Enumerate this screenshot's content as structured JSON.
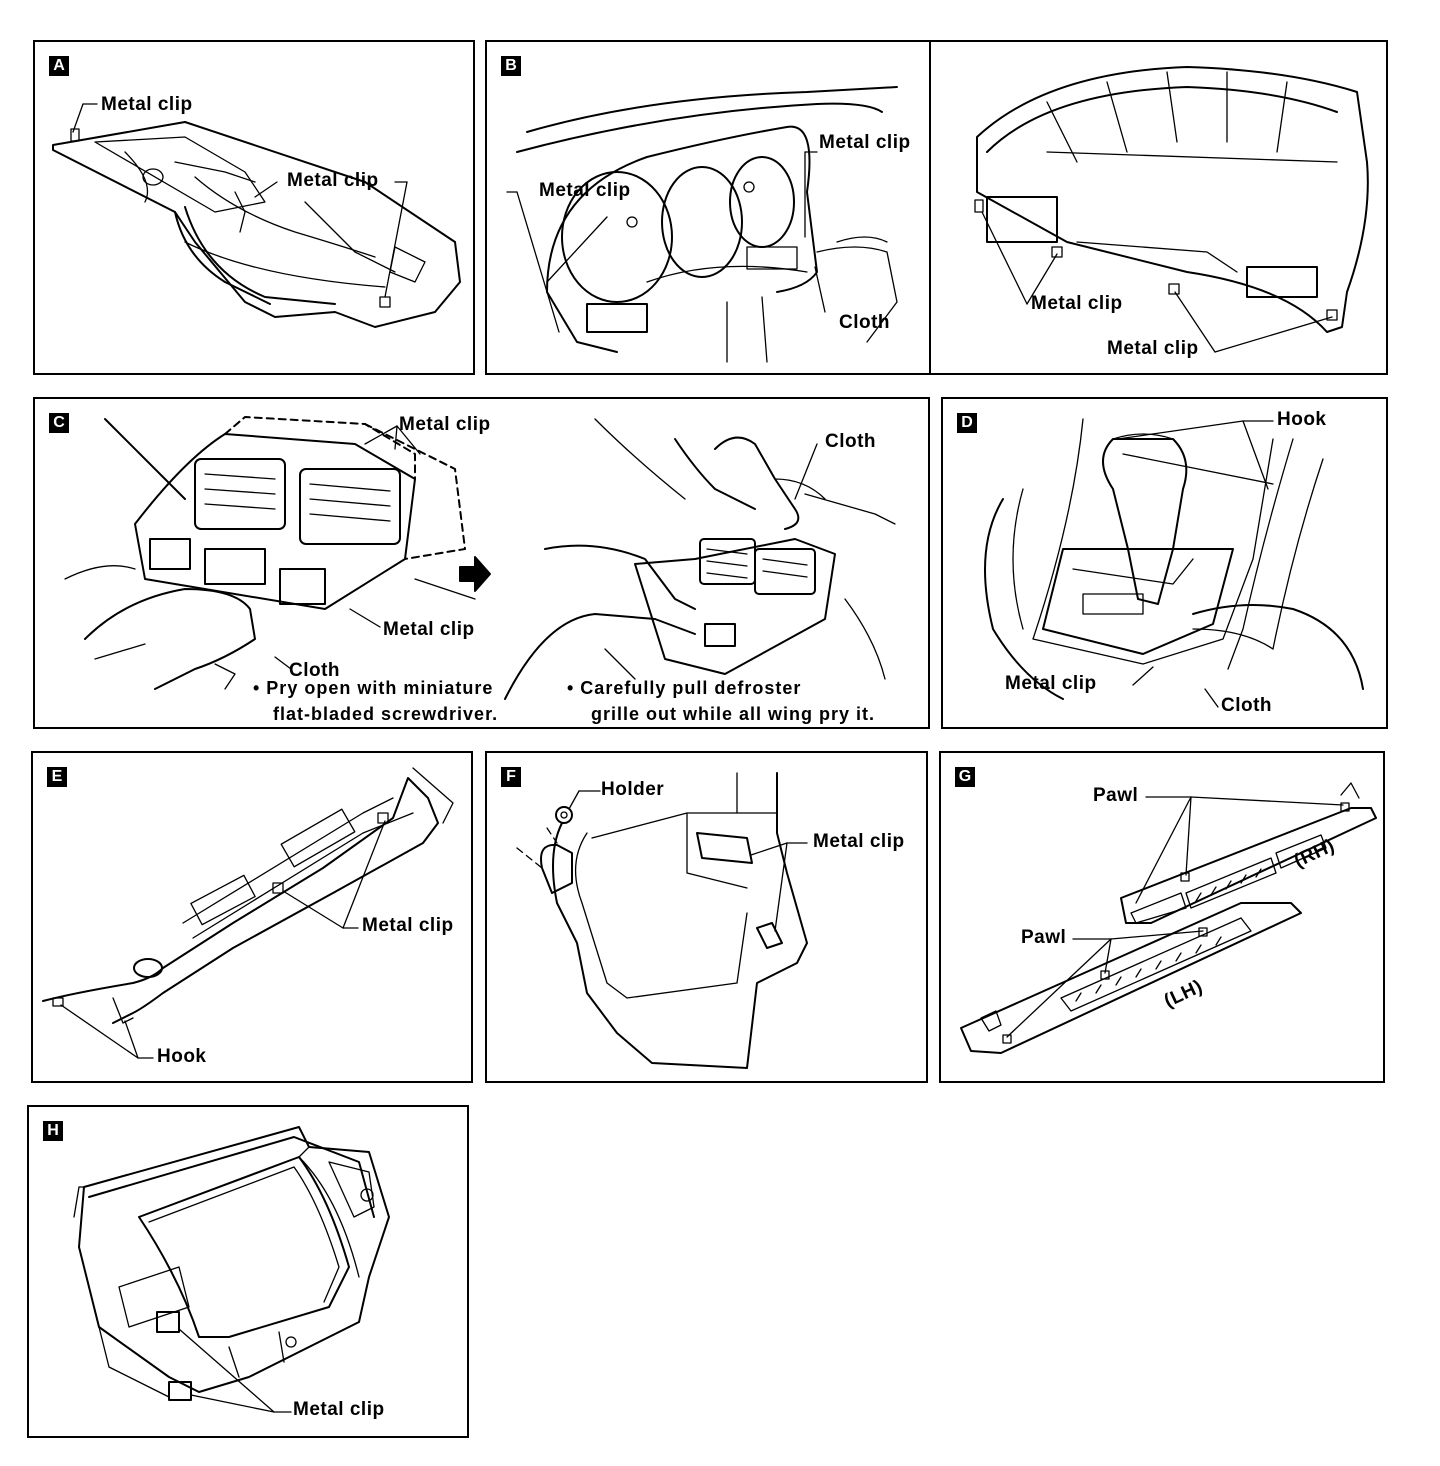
{
  "panels": {
    "A": {
      "letter": "A",
      "labels": {
        "metal_clip_1": "Metal clip",
        "metal_clip_2": "Metal clip"
      }
    },
    "B": {
      "letter": "B",
      "labels": {
        "metal_clip_1": "Metal clip",
        "metal_clip_2": "Metal clip",
        "cloth": "Cloth",
        "metal_clip_3": "Metal clip",
        "metal_clip_4": "Metal clip"
      }
    },
    "C": {
      "letter": "C",
      "labels": {
        "metal_clip_1": "Metal clip",
        "metal_clip_2": "Metal clip",
        "cloth_1": "Cloth",
        "cloth_2": "Cloth"
      },
      "notes": {
        "left_line1": "• Pry open with miniature",
        "left_line2": "flat-bladed screwdriver.",
        "right_line1": "• Carefully pull defroster",
        "right_line2": "grille out while all wing pry it."
      }
    },
    "D": {
      "letter": "D",
      "labels": {
        "hook": "Hook",
        "metal_clip": "Metal clip",
        "cloth": "Cloth"
      }
    },
    "E": {
      "letter": "E",
      "labels": {
        "metal_clip": "Metal clip",
        "hook": "Hook"
      }
    },
    "F": {
      "letter": "F",
      "labels": {
        "holder": "Holder",
        "metal_clip": "Metal clip"
      }
    },
    "G": {
      "letter": "G",
      "labels": {
        "pawl_1": "Pawl",
        "pawl_2": "Pawl",
        "rh": "(RH)",
        "lh": "(LH)"
      }
    },
    "H": {
      "letter": "H",
      "labels": {
        "metal_clip": "Metal clip"
      }
    }
  }
}
